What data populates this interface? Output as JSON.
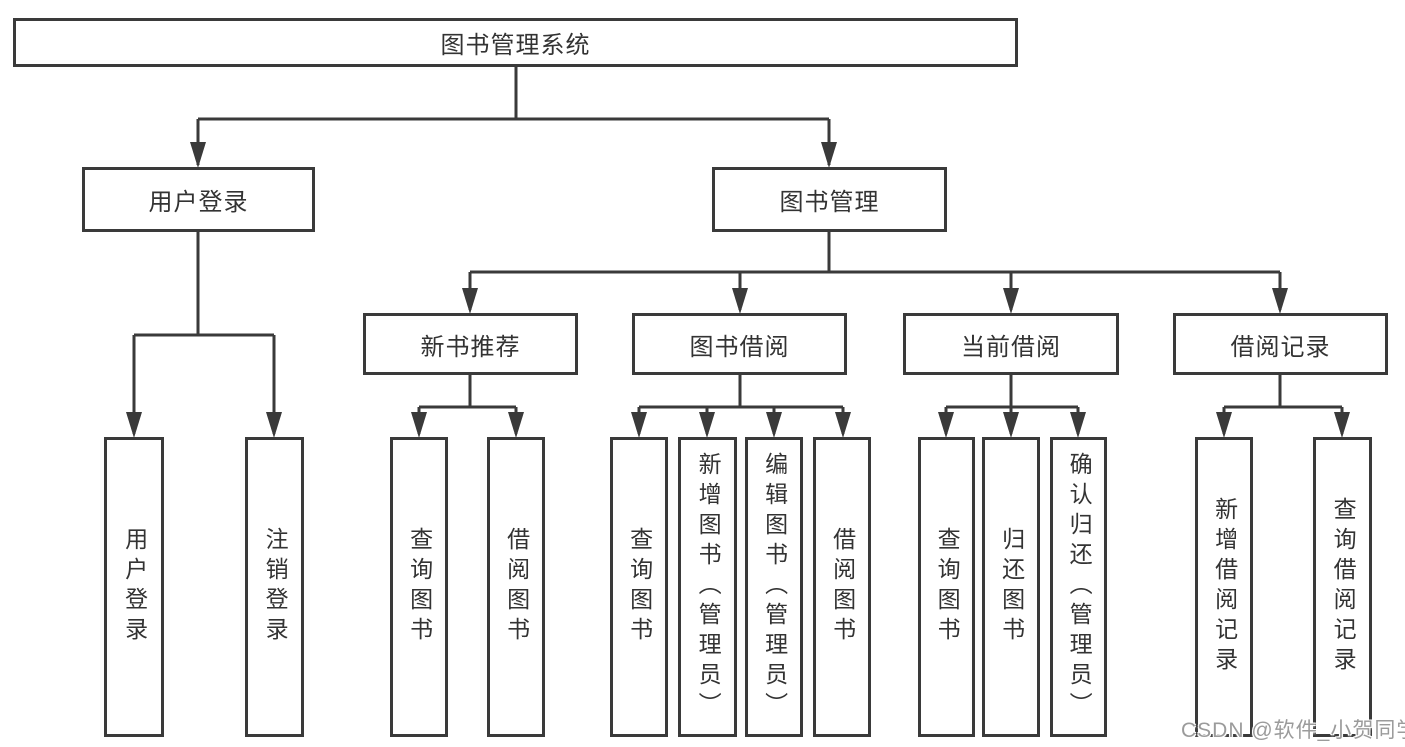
{
  "diagram": {
    "root": {
      "label": "图书管理系统"
    },
    "level2": [
      {
        "label": "用户登录"
      },
      {
        "label": "图书管理"
      }
    ],
    "level3": [
      {
        "label": "新书推荐"
      },
      {
        "label": "图书借阅"
      },
      {
        "label": "当前借阅"
      },
      {
        "label": "借阅记录"
      }
    ],
    "leaves": {
      "user_login": [
        "用户登录",
        "注销登录"
      ],
      "new_books": [
        "查询图书",
        "借阅图书"
      ],
      "borrow": [
        "查询图书",
        "新增图书（管理员）",
        "编辑图书（管理员）",
        "借阅图书"
      ],
      "current": [
        "查询图书",
        "归还图书",
        "确认归还（管理员）"
      ],
      "records": [
        "新增借阅记录",
        "查询借阅记录"
      ]
    }
  },
  "watermark": {
    "text": "CSDN @软件_小贺同学"
  }
}
